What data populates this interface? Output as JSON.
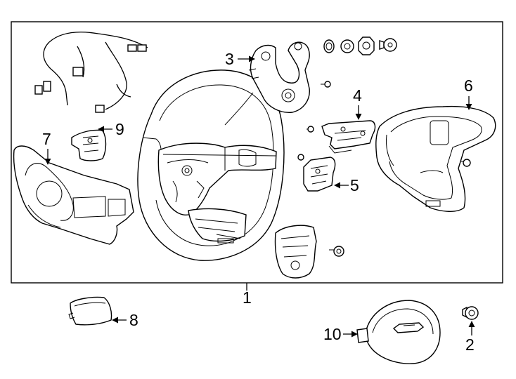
{
  "callouts": {
    "c1": "1",
    "c2": "2",
    "c3": "3",
    "c4": "4",
    "c5": "5",
    "c6": "6",
    "c7": "7",
    "c8": "8",
    "c9": "9",
    "c10": "10"
  },
  "parts": {
    "p1": "steering-wheel",
    "p2": "bolt",
    "p3": "bracket",
    "p4": "switch",
    "p5": "switch",
    "p6": "trim-cover",
    "p7": "lower-cover",
    "p8": "cover",
    "p9": "switch",
    "p10": "air-bag"
  }
}
